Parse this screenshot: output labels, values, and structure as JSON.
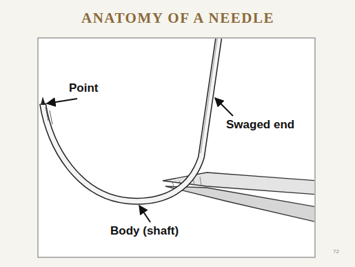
{
  "diagram": {
    "title": "ANATOMY OF A NEEDLE",
    "labels": [
      "Point",
      "Swaged end",
      "Body (shaft)",
      "72"
    ]
  }
}
